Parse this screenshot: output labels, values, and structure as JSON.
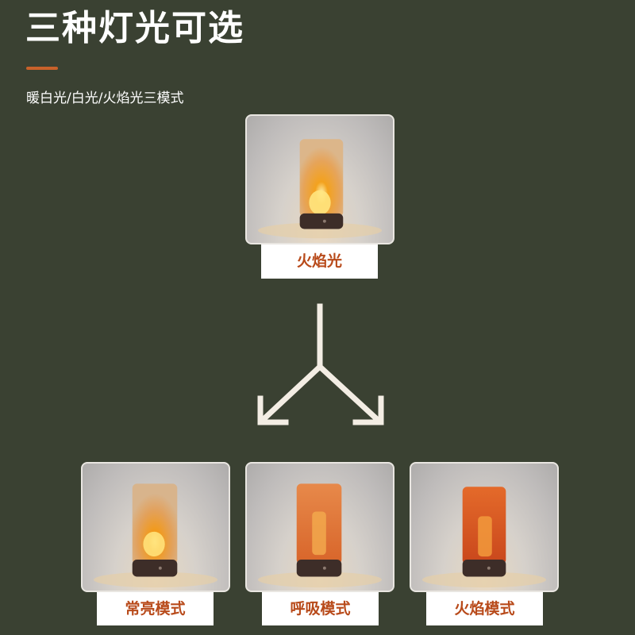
{
  "header": {
    "title": "三种灯光可选",
    "subtitle": "暖白光/白光/火焰光三模式"
  },
  "colors": {
    "background": "#3a4132",
    "accent": "#c8612a",
    "label_text": "#b84a1a",
    "arrow": "#f3ede4"
  },
  "top_card": {
    "label": "火焰光"
  },
  "mode_cards": [
    {
      "label": "常亮模式"
    },
    {
      "label": "呼吸模式"
    },
    {
      "label": "火焰模式"
    }
  ]
}
